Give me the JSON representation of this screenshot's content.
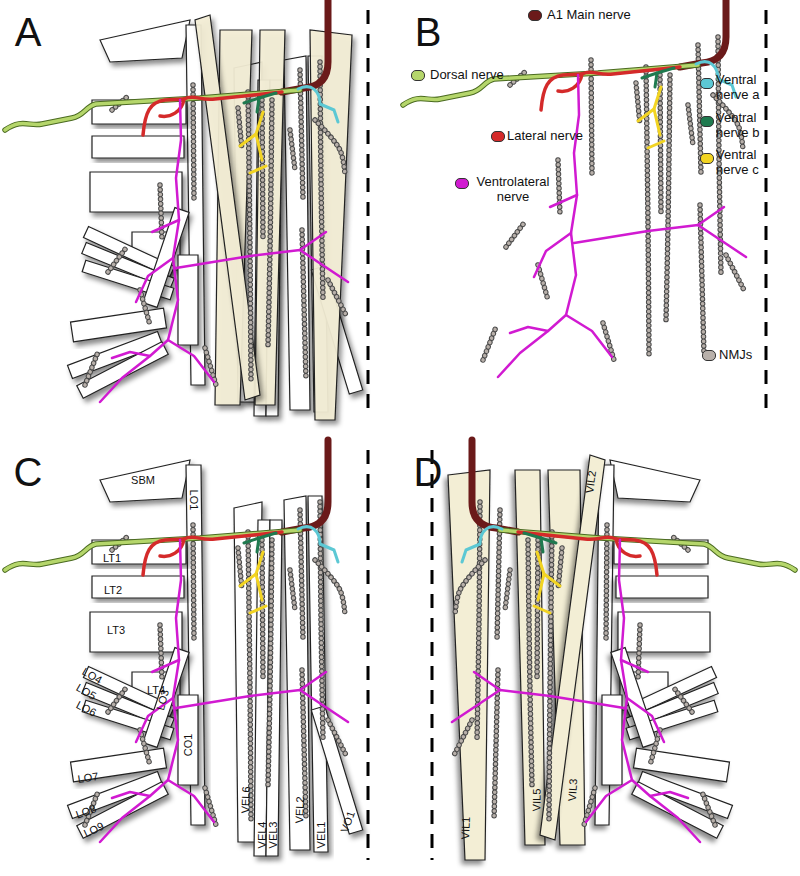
{
  "diagram": {
    "labels": [
      "A",
      "B",
      "C",
      "SBM",
      "LO1",
      "LT1",
      "LT2",
      "LT3",
      "LO4",
      "LT4",
      "LO5",
      "LO6",
      "LO3",
      "CO1",
      "LO7",
      "LO8",
      "LO9",
      "VEL6",
      "VEL4",
      "VEL3",
      "VEL2",
      "VEL1",
      "VO1",
      "D",
      "VIL2",
      "VIL1",
      "VIL5",
      "VIL3"
    ],
    "legend": [
      {
        "text": "A1 Main nerve",
        "color": "#6b1a1a"
      },
      {
        "text": "Dorsal nerve",
        "color": "#b5d66b"
      },
      {
        "text": "Lateral nerve",
        "color": "#d42a2a"
      },
      {
        "text": "Ventrolateral nerve",
        "color": "#d11ad1"
      },
      {
        "text": "Ventral nerve a",
        "color": "#5cc8d4"
      },
      {
        "text": "Ventral nerve b",
        "color": "#1f7a4f"
      },
      {
        "text": "Ventral nerve c",
        "color": "#f2d422"
      },
      {
        "text": "NMJs",
        "color": "#b8b0aa"
      }
    ]
  }
}
